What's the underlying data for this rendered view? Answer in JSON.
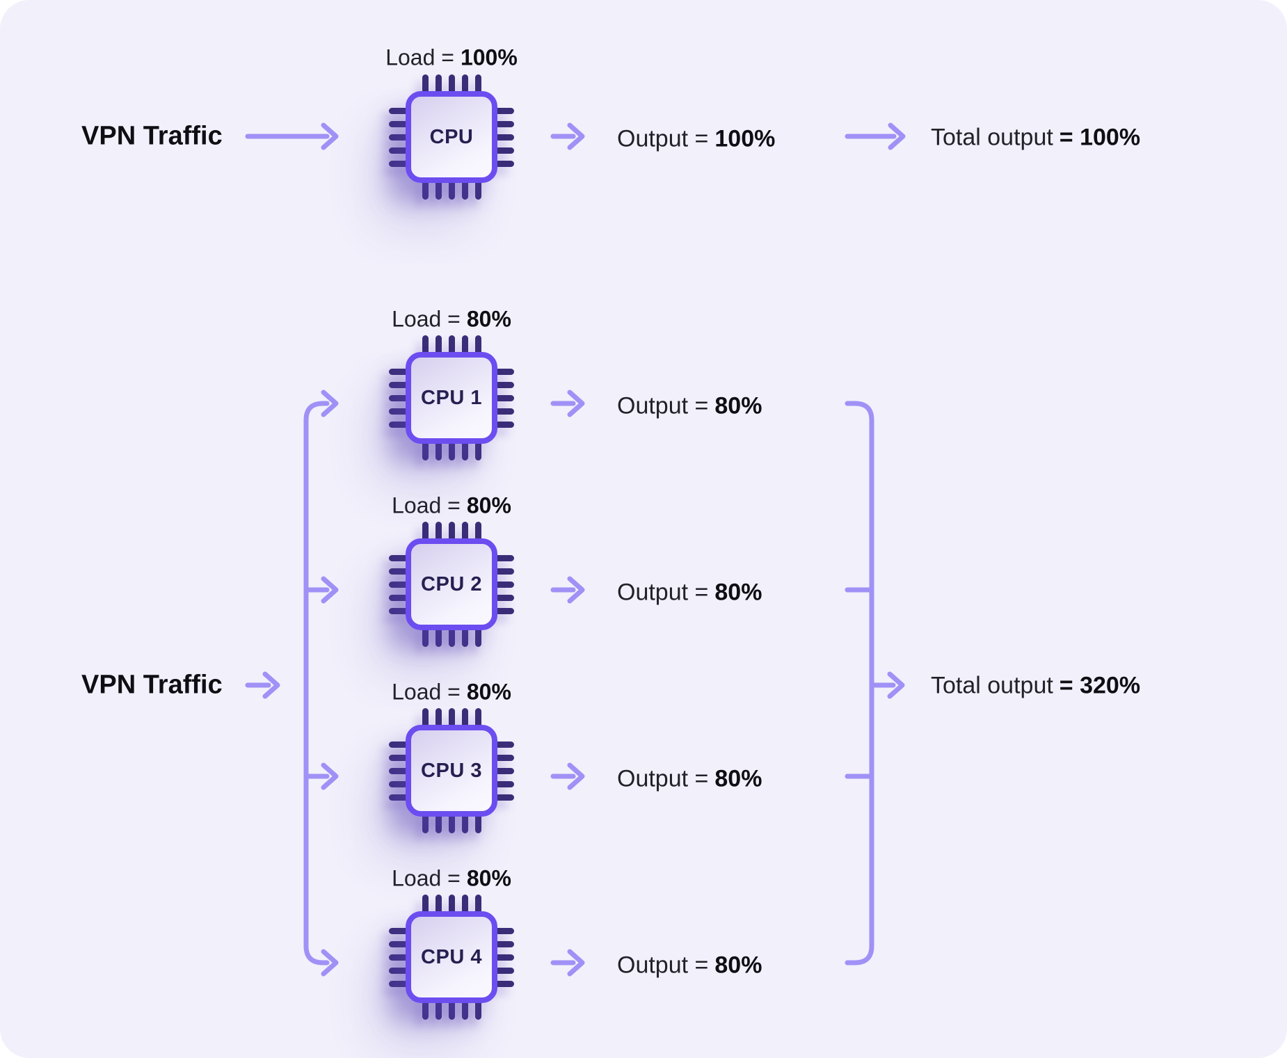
{
  "colors": {
    "background": "#f2f0fb",
    "arrow": "#a091f6",
    "chip_border": "#6c4df0",
    "chip_pin": "#3b2e78",
    "chip_label": "#262051",
    "text": "#222128",
    "value": "#0f0e13"
  },
  "single_cpu": {
    "vpn_label": "VPN Traffic",
    "load_label": "Load =",
    "load_value": "100%",
    "chip_label": "CPU",
    "output_label": "Output =",
    "output_value": "100%",
    "total_label": "Total output",
    "total_value": "= 100%"
  },
  "multi_cpu": {
    "vpn_label": "VPN Traffic",
    "total_label": "Total output",
    "total_value": "= 320%",
    "cpus": [
      {
        "chip_label": "CPU 1",
        "load_label": "Load =",
        "load_value": "80%",
        "output_label": "Output =",
        "output_value": "80%"
      },
      {
        "chip_label": "CPU 2",
        "load_label": "Load =",
        "load_value": "80%",
        "output_label": "Output =",
        "output_value": "80%"
      },
      {
        "chip_label": "CPU 3",
        "load_label": "Load =",
        "load_value": "80%",
        "output_label": "Output =",
        "output_value": "80%"
      },
      {
        "chip_label": "CPU 4",
        "load_label": "Load =",
        "load_value": "80%",
        "output_label": "Output =",
        "output_value": "80%"
      }
    ]
  }
}
